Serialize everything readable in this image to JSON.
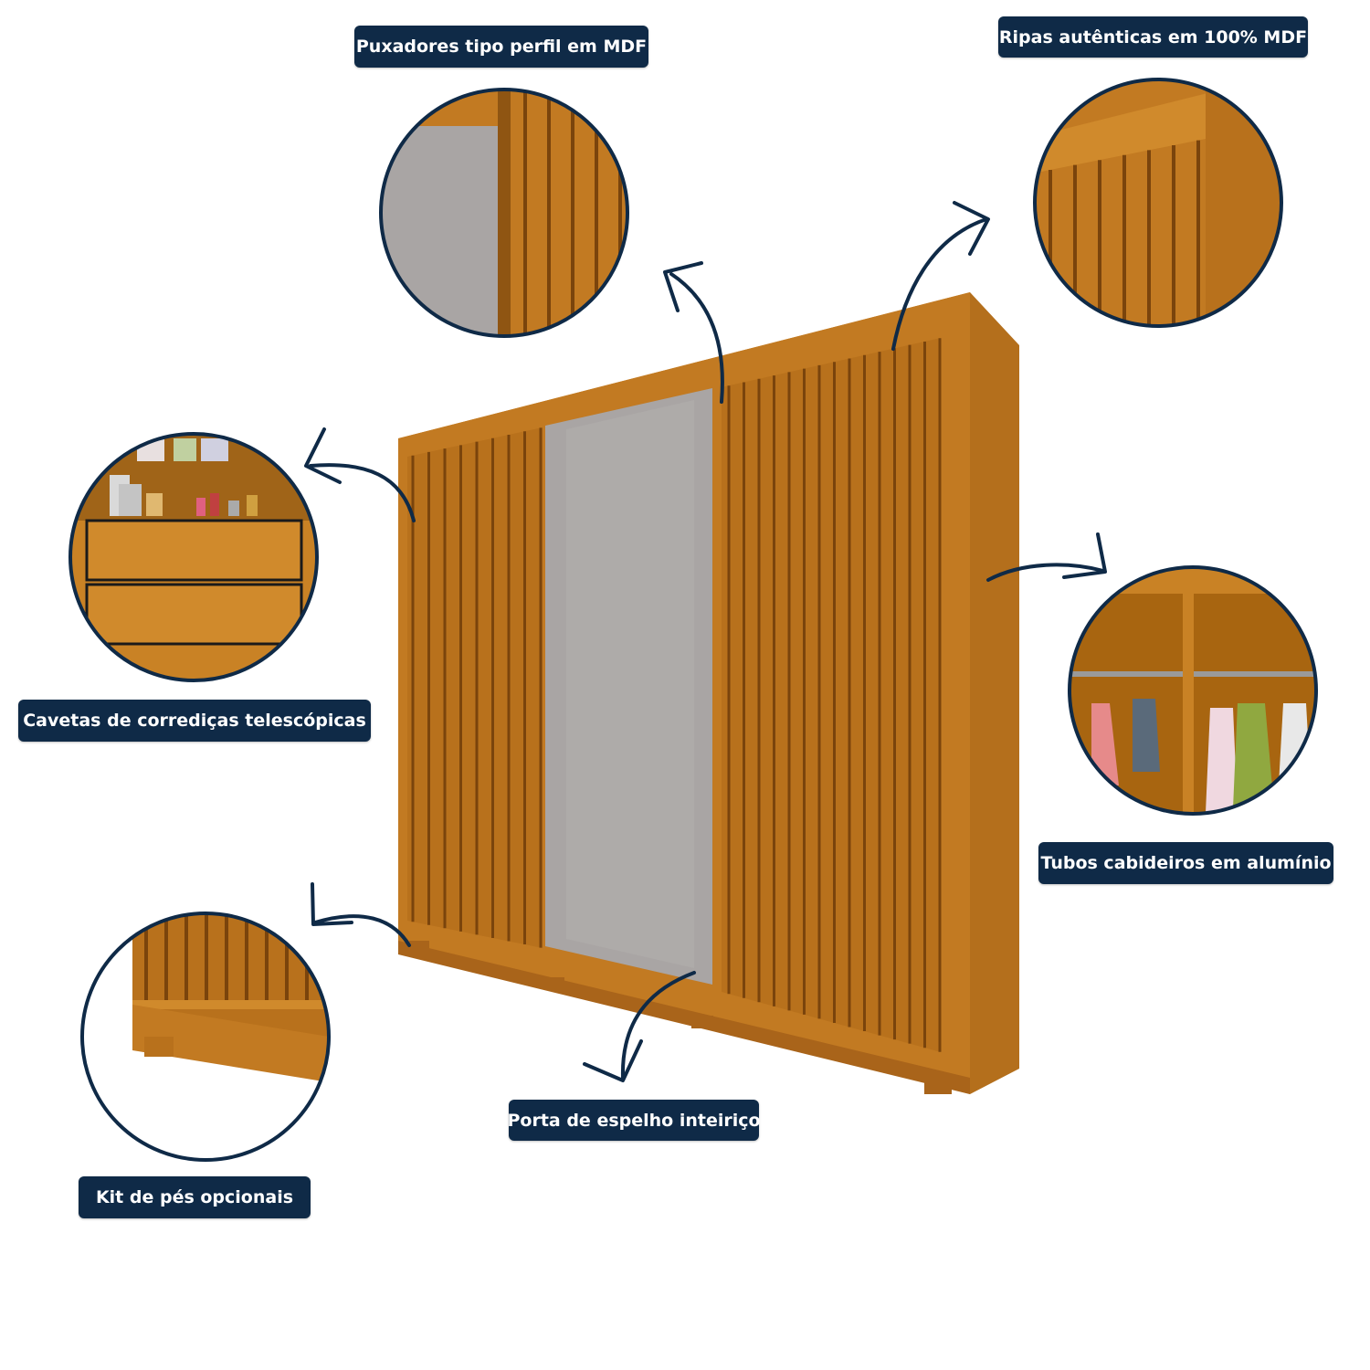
{
  "colors": {
    "label_bg": "#0f2a47",
    "label_text": "#ffffff",
    "wood": "#c27a22",
    "wood_dark": "#8f5512",
    "wood_light": "#d8922f",
    "mirror": "#a7a3a2",
    "circle_stroke": "#0f2a47"
  },
  "features": [
    {
      "id": "puxadores",
      "label": "Puxadores tipo perfil em MDF",
      "detail": "slats-with-mirror"
    },
    {
      "id": "ripas",
      "label": "Ripas autênticas em 100% MDF",
      "detail": "slats-corner"
    },
    {
      "id": "gavetas",
      "label": "Cavetas de corrediças telescópicas",
      "detail": "drawers"
    },
    {
      "id": "tubos",
      "label": "Tubos cabideiros em alumínio",
      "detail": "hanging-rails"
    },
    {
      "id": "pes",
      "label": "Kit de pés opcionais",
      "detail": "feet"
    },
    {
      "id": "espelho",
      "label": "Porta de espelho inteiriço",
      "detail": "mirror-door"
    }
  ]
}
